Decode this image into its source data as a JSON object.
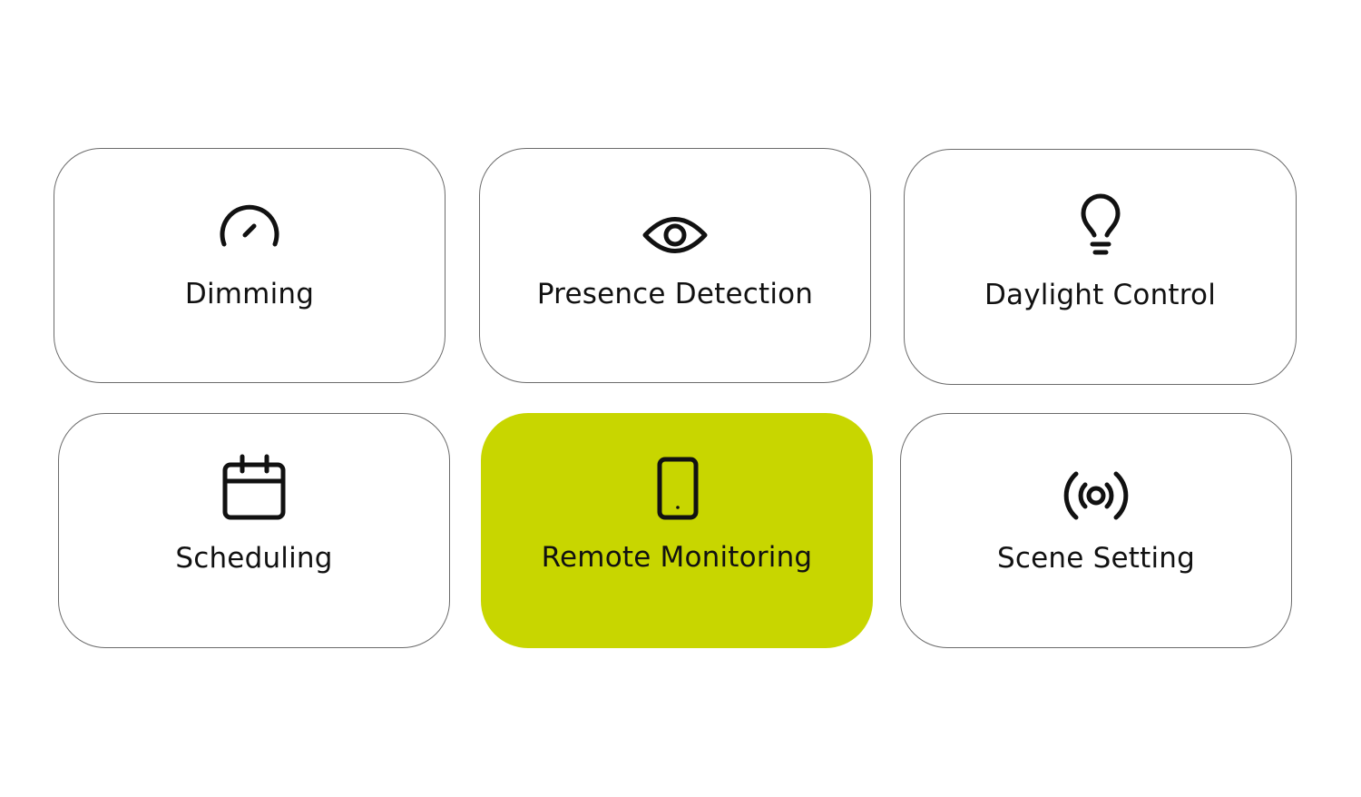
{
  "features": {
    "accent_color": "#C8D600",
    "items": [
      {
        "label": "Dimming",
        "icon": "speedometer-icon",
        "active": false
      },
      {
        "label": "Presence Detection",
        "icon": "eye-icon",
        "active": false
      },
      {
        "label": "Daylight Control",
        "icon": "lightbulb-icon",
        "active": false
      },
      {
        "label": "Scheduling",
        "icon": "calendar-icon",
        "active": false
      },
      {
        "label": "Remote Monitoring",
        "icon": "smartphone-icon",
        "active": true
      },
      {
        "label": "Scene Setting",
        "icon": "broadcast-icon",
        "active": false
      }
    ]
  }
}
